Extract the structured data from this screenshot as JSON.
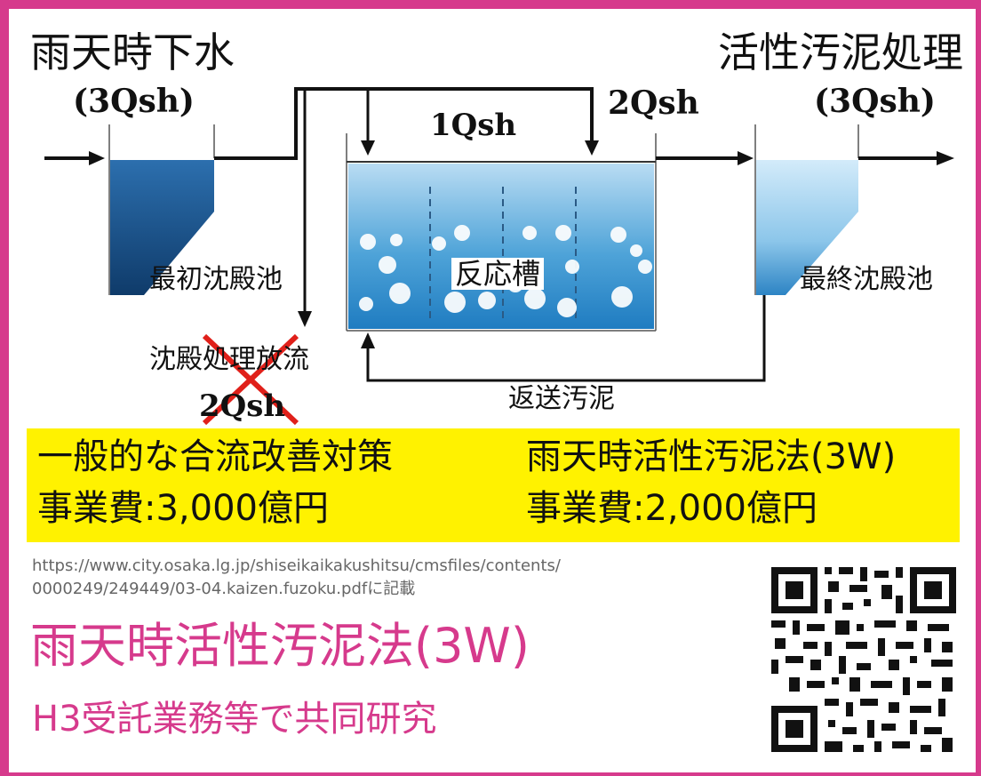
{
  "diagram": {
    "rain_sewage_title": "雨天時下水",
    "rain_sewage_flow": "(3Qsh)",
    "activated_sludge_title": "活性汚泥処理",
    "activated_sludge_flow": "(3Qsh)",
    "inflow_to_reactor": "1Qsh",
    "bypass_to_reactor": "2Qsh",
    "primary_tank": "最初沈殿池",
    "reactor_tank": "反応槽",
    "final_tank": "最終沈殿池",
    "settled_discharge": "沈殿処理放流",
    "settled_discharge_flow": "2Qsh",
    "return_sludge": "返送汚泥",
    "colors": {
      "accent_pink": "#d63a8c",
      "banner_yellow": "#fff200",
      "arrow_red": "#e0201a",
      "cross_red": "#e0201a"
    }
  },
  "banner": {
    "left_line1": "一般的な合流改善対策",
    "left_line2": "事業費:3,000億円",
    "right_line1": "雨天時活性汚泥法(3W)",
    "right_line2": "事業費:2,000億円"
  },
  "reference": {
    "url_line1": "https://www.city.osaka.lg.jp/shiseikaikakushitsu/cmsfiles/contents/",
    "url_line2": "0000249/249449/03-04.kaizen.fuzoku.pdfに記載"
  },
  "footer": {
    "title": "雨天時活性汚泥法(3W)",
    "subtitle": "H3受託業務等で共同研究"
  },
  "qr": {
    "icon": "qr-code-icon"
  }
}
